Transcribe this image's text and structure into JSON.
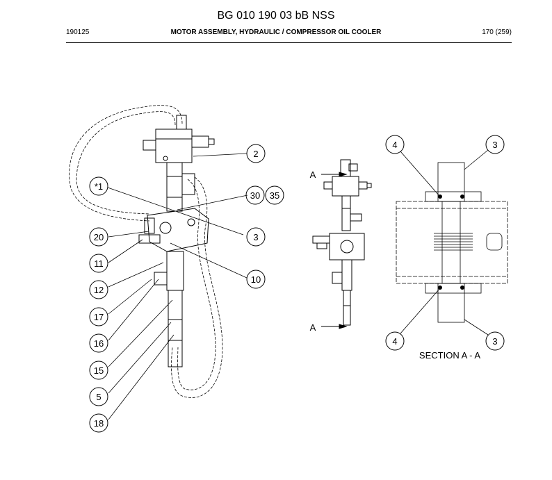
{
  "header": {
    "title": "BG 010 190 03 bB NSS",
    "doc_number": "190125",
    "subtitle": "MOTOR ASSEMBLY, HYDRAULIC / COMPRESSOR OIL COOLER",
    "page": "170 (259)"
  },
  "callouts": {
    "c2": "2",
    "c1": "*1",
    "c30": "30",
    "c35": "35",
    "c20": "20",
    "c3": "3",
    "c11": "11",
    "c10": "10",
    "c12": "12",
    "c17": "17",
    "c16": "16",
    "c15": "15",
    "c5": "5",
    "c18": "18",
    "s4a": "4",
    "s3a": "3",
    "s4b": "4",
    "s3b": "3"
  },
  "section_markers": {
    "a_top": "A",
    "a_bottom": "A"
  },
  "section_label": "SECTION A - A"
}
